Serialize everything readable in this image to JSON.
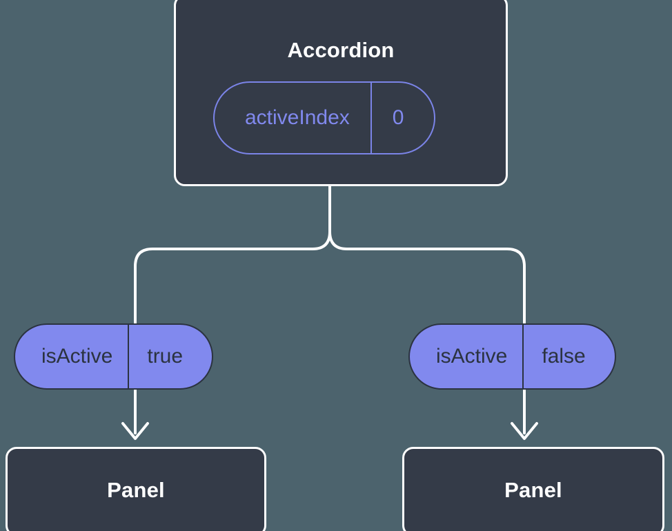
{
  "diagram": {
    "title_hidden": "",
    "background_color": "#4c636d",
    "node_fill_color": "#343b48",
    "node_border_color": "#ffffff",
    "accent_color": "#8189ee",
    "pill_text_color": "#2b3340",
    "connector_color": "#ffffff"
  },
  "root": {
    "label": "Accordion",
    "state": {
      "key": "activeIndex",
      "value": "0"
    }
  },
  "branches": [
    {
      "prop": {
        "key": "isActive",
        "value": "true"
      },
      "child": {
        "label": "Panel"
      }
    },
    {
      "prop": {
        "key": "isActive",
        "value": "false"
      },
      "child": {
        "label": "Panel"
      }
    }
  ]
}
